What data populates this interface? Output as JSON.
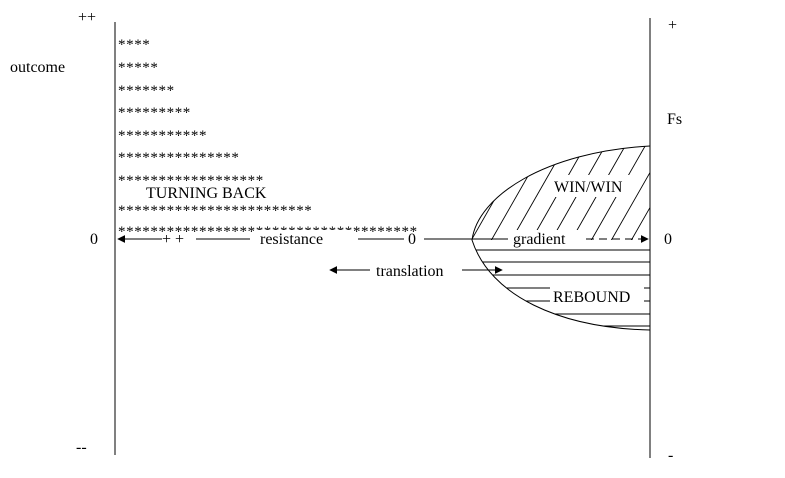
{
  "left_axis": {
    "top_label": "++",
    "bottom_label": "--",
    "side_label": "outcome",
    "zero_label": "0"
  },
  "right_axis": {
    "top_label": "+",
    "bottom_label": "-",
    "side_label": "Fs",
    "zero_label": "0"
  },
  "star_rows": [
    "****",
    "*****",
    "*******",
    "*********",
    "***********",
    "***************",
    "******************",
    "************************",
    "*************************************"
  ],
  "labels": {
    "turning_back": "TURNING BACK",
    "plus_plus": "+ +",
    "resistance": "resistance",
    "zero_mid": "0",
    "gradient": "gradient",
    "translation": "translation",
    "win_win": "WIN/WIN",
    "rebound": "REBOUND"
  }
}
